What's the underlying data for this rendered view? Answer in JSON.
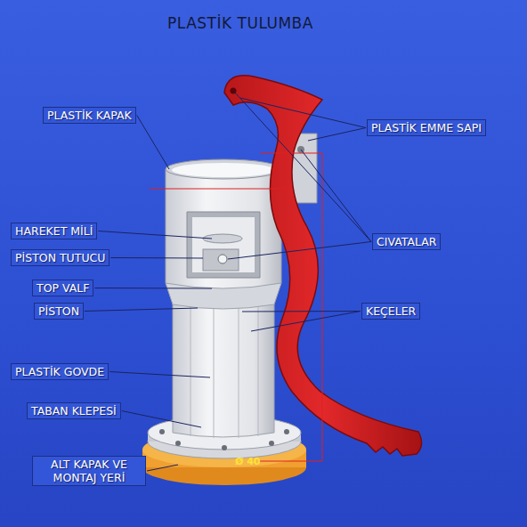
{
  "diagram": {
    "title": "PLASTİK TULUMBA",
    "labels": [
      "PLASTİK KAPAK",
      "HAREKET MİLİ",
      "PİSTON TUTUCU",
      "TOP VALF",
      "PİSTON",
      "PLASTİK GOVDE",
      "TABAN KLEPESİ",
      "ALT KAPAK VE MONTAJ YERİ",
      "PLASTİK EMME SAPI",
      "CIVATALAR",
      "KEÇELER",
      "Ø 40"
    ]
  }
}
